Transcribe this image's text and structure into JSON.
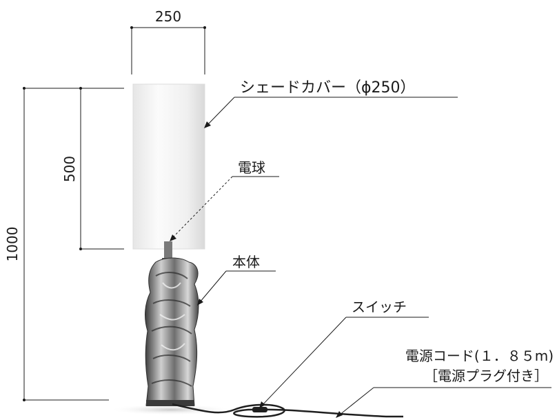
{
  "dimensions": {
    "shade_width": "250",
    "shade_height": "500",
    "total_height": "1000"
  },
  "callouts": {
    "shade": "シェードカバー（ϕ250）",
    "bulb": "電球",
    "body": "本体",
    "switch": "スイッチ",
    "cord_line1": "電源コード(１．８５m)",
    "cord_line2": "［電源プラグ付き］"
  },
  "colors": {
    "line": "#1a1a1a",
    "shade": "#f2f2f2",
    "body": "#8c8c8c"
  }
}
